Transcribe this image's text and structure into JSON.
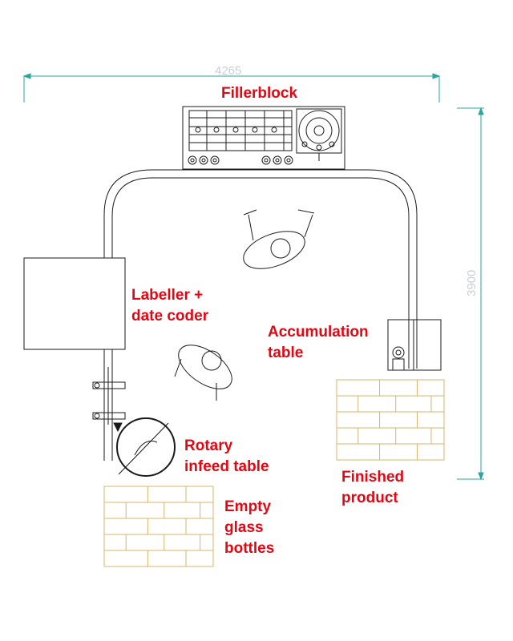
{
  "colors": {
    "label": "#e30613",
    "line": "#1a1a1a",
    "dimension": "#2aa5a0",
    "pallet": "#d8b46a",
    "dimension_text": "#c9cfd6"
  },
  "dimensions": {
    "width": "4265",
    "height": "3900"
  },
  "labels": {
    "fillerblock": "Fillerblock",
    "labeller": "Labeller +\ndate coder",
    "accumulation": "Accumulation\ntable",
    "rotary": "Rotary\ninfeed table",
    "finished": "Finished\nproduct",
    "empty": "Empty\nglass\nbottles"
  },
  "icons": [
    "operator-figure-icon",
    "bottle-pallet-icon",
    "rotary-table-icon"
  ]
}
